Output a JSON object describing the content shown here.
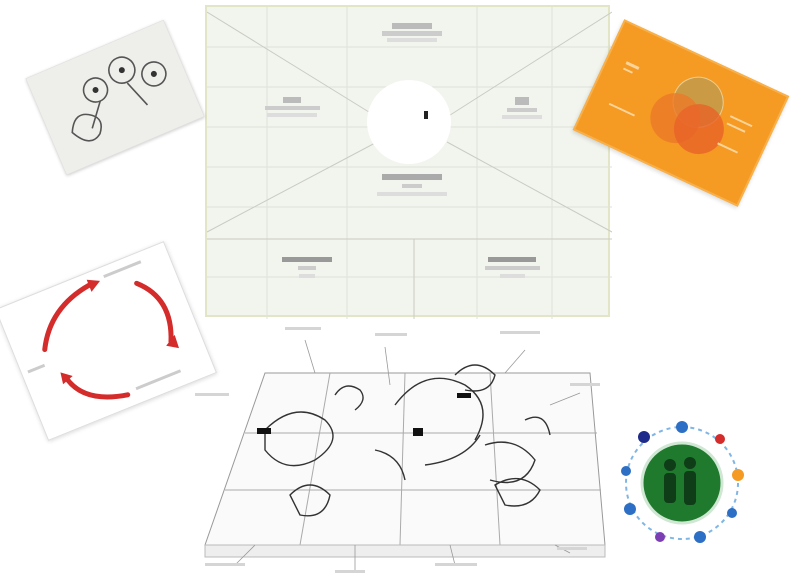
{
  "canvas": {
    "sections": [
      {
        "title": "",
        "sub": ""
      },
      {
        "title": "",
        "sub": ""
      },
      {
        "title": "",
        "sub": ""
      },
      {
        "title": "",
        "sub": ""
      },
      {
        "title": "",
        "sub": ""
      },
      {
        "title": "",
        "sub": ""
      }
    ],
    "center_mark": ""
  },
  "change_card": {
    "label_line1": "",
    "label_line2": ""
  },
  "colors": {
    "orange": "#f59a23",
    "red_arrows": "#d42b2b",
    "badge_green": "#1f7a2e",
    "badge_blue": "#2d6fc4"
  },
  "icons": [
    "sketch-photo",
    "orange-venn-card",
    "cycle-arrows",
    "people-badge"
  ]
}
